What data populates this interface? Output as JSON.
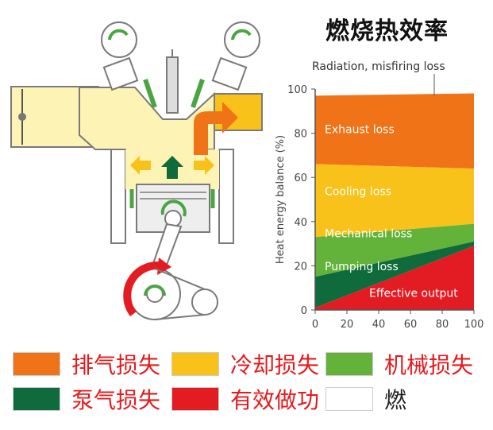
{
  "title": "燃烧热效率",
  "colors": {
    "exhaust": "#f07318",
    "cooling": "#f8c21a",
    "mechanical": "#63b33a",
    "pumping": "#0f6b3b",
    "effective": "#e31c23",
    "radiation": "#ffffff",
    "engine_fill": "#fdf3b4",
    "engine_stroke": "#7a7a7a",
    "arrow_green": "#4aa541"
  },
  "chart_data": {
    "type": "area",
    "x": [
      0,
      100
    ],
    "xlim": [
      0,
      100
    ],
    "ylim": [
      0,
      100
    ],
    "xticks": [
      0,
      20,
      40,
      60,
      80,
      100
    ],
    "yticks": [
      0,
      20,
      40,
      60,
      80,
      100
    ],
    "ylabel": "Heat energy balance (%)",
    "xlabel": "",
    "grid": false,
    "top_boundary": [
      97,
      98
    ],
    "series": [
      {
        "name": "Effective output",
        "key": "effective",
        "upper": [
          1,
          29
        ]
      },
      {
        "name": "Pumping loss",
        "key": "pumping",
        "upper": [
          15,
          31
        ]
      },
      {
        "name": "Mechanical loss",
        "key": "mechanical",
        "upper": [
          33,
          39
        ]
      },
      {
        "name": "Cooling loss",
        "key": "cooling",
        "upper": [
          66,
          64
        ]
      },
      {
        "name": "Exhaust loss",
        "key": "exhaust",
        "upper": [
          97,
          98
        ]
      }
    ],
    "annotation": "Radiation, misfiring loss"
  },
  "legend": [
    {
      "label": "排气损失",
      "key": "exhaust"
    },
    {
      "label": "冷却损失",
      "key": "cooling"
    },
    {
      "label": "机械损失",
      "key": "mechanical"
    },
    {
      "label": "泵气损失",
      "key": "pumping"
    },
    {
      "label": "有效做功",
      "key": "effective"
    },
    {
      "label": "燃",
      "key": "radiation"
    }
  ]
}
